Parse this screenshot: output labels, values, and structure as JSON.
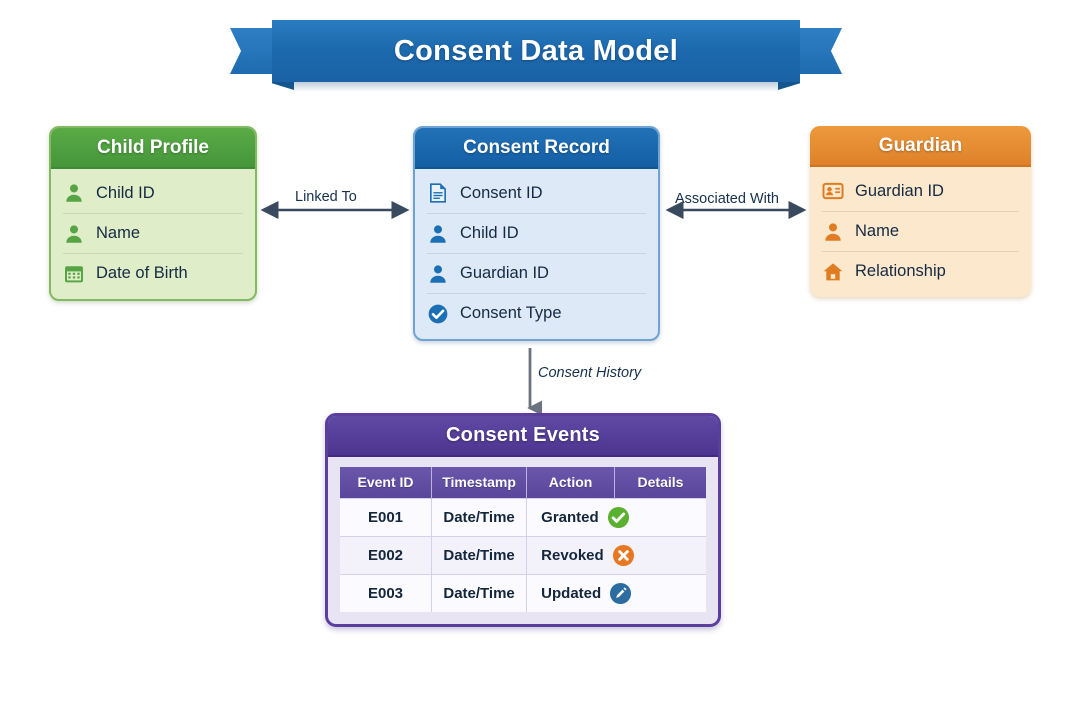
{
  "banner": {
    "title": "Consent Data Model",
    "color": "#1c69ae"
  },
  "entities": [
    {
      "id": "child-profile",
      "title": "Child Profile",
      "header_color": "#45963a",
      "body_color": "#dfeec8",
      "fields": [
        {
          "label": "Child ID",
          "icon": "person-icon"
        },
        {
          "label": "Name",
          "icon": "person-icon"
        },
        {
          "label": "Date of Birth",
          "icon": "calendar-icon"
        }
      ]
    },
    {
      "id": "consent-record",
      "title": "Consent Record",
      "header_color": "#145ea4",
      "body_color": "#dde9f6",
      "fields": [
        {
          "label": "Consent ID",
          "icon": "document-icon"
        },
        {
          "label": "Child ID",
          "icon": "person-icon"
        },
        {
          "label": "Guardian ID",
          "icon": "person-icon"
        },
        {
          "label": "Consent Type",
          "icon": "check-circle-icon"
        }
      ]
    },
    {
      "id": "guardian",
      "title": "Guardian",
      "header_color": "#df812a",
      "body_color": "#fbe8cd",
      "fields": [
        {
          "label": "Guardian ID",
          "icon": "id-card-icon"
        },
        {
          "label": "Name",
          "icon": "person-icon"
        },
        {
          "label": "Relationship",
          "icon": "home-icon"
        }
      ]
    }
  ],
  "connectors": [
    {
      "id": "child-to-consent",
      "label": "Linked To",
      "style": "bidirectional",
      "italic": false
    },
    {
      "id": "consent-to-guardian",
      "label": "Associated With",
      "style": "bidirectional",
      "italic": false
    },
    {
      "id": "consent-to-events",
      "label": "Consent History",
      "style": "down-arrow",
      "italic": true
    }
  ],
  "events_card": {
    "title": "Consent Events",
    "header_color": "#4d3490",
    "columns": [
      "Event ID",
      "Timestamp",
      "Action",
      "Details"
    ],
    "rows": [
      {
        "event_id": "E001",
        "timestamp": "Date/Time",
        "action": "Granted",
        "status_icon": "check-circle-icon",
        "status_color": "#5cb030"
      },
      {
        "event_id": "E002",
        "timestamp": "Date/Time",
        "action": "Revoked",
        "status_icon": "x-circle-icon",
        "status_color": "#e87722"
      },
      {
        "event_id": "E003",
        "timestamp": "Date/Time",
        "action": "Updated",
        "status_icon": "pencil-circle-icon",
        "status_color": "#2d6ca0"
      }
    ]
  }
}
